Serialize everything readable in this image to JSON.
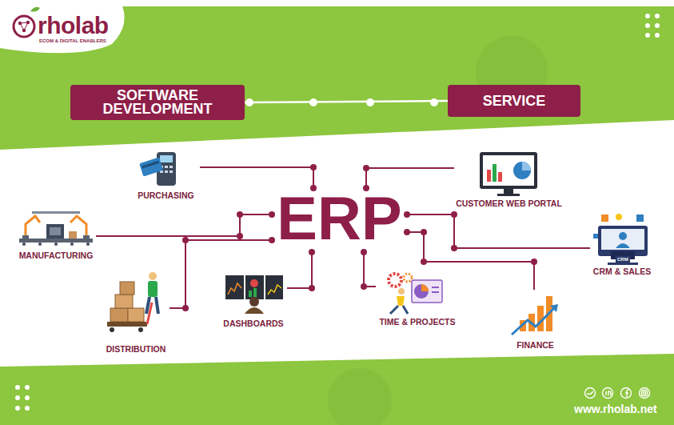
{
  "diagram": {
    "nodes": [
      {
        "text": [
          "SOFTWARE DEVELOPMENT"
        ]
      },
      {
        "text": [
          "SERVICE"
        ]
      },
      {
        "text": [
          "ERP"
        ]
      },
      {
        "text": [
          "PURCHASING"
        ]
      },
      {
        "text": [
          "CUSTOMER WEB PORTAL"
        ]
      },
      {
        "text": [
          "MANUFACTURING"
        ]
      },
      {
        "text": [
          "CRM & SALES"
        ]
      },
      {
        "text": [
          "DISTRIBUTION"
        ]
      },
      {
        "text": [
          "DASHBOARDS"
        ]
      },
      {
        "text": [
          "TIME & PROJECTS"
        ]
      },
      {
        "text": [
          "FINANCE"
        ]
      }
    ],
    "edges": [
      {
        "from": 0,
        "to": 1,
        "arrow": "none"
      },
      {
        "from": 3,
        "to": 2,
        "arrow": "none"
      },
      {
        "from": 4,
        "to": 2,
        "arrow": "none"
      },
      {
        "from": 5,
        "to": 2,
        "arrow": "none"
      },
      {
        "from": 6,
        "to": 2,
        "arrow": "none"
      },
      {
        "from": 7,
        "to": 2,
        "arrow": "none"
      },
      {
        "from": 8,
        "to": 2,
        "arrow": "none"
      },
      {
        "from": 9,
        "to": 2,
        "arrow": "none"
      },
      {
        "from": 10,
        "to": 2,
        "arrow": "none"
      }
    ],
    "labels": [
      "rholab",
      "ECOM & DIGITAL ENABLERS",
      "CRM",
      "www.rholab.net"
    ]
  }
}
